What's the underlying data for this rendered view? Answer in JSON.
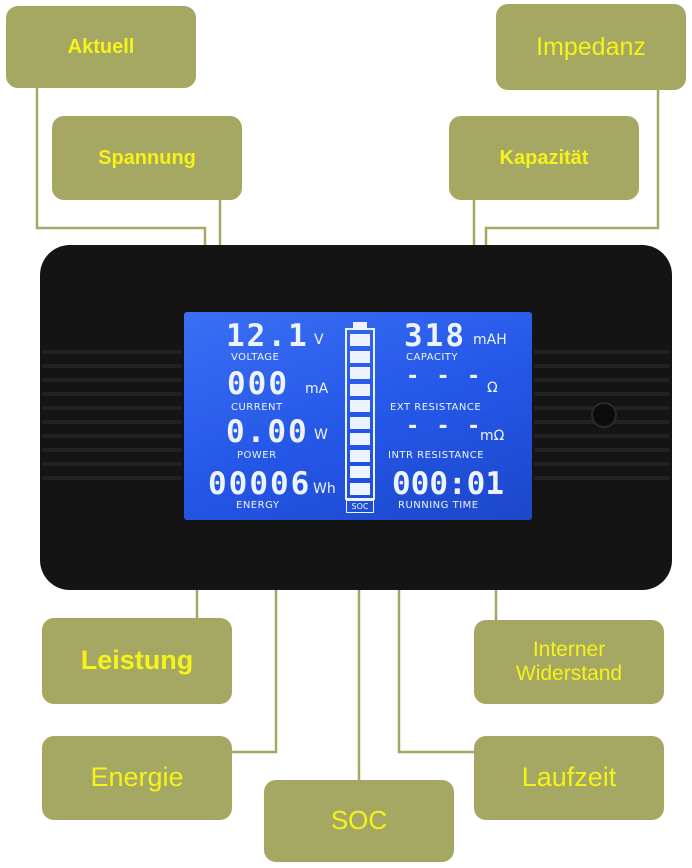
{
  "callouts": {
    "aktuell": "Aktuell",
    "spannung": "Spannung",
    "impedanz": "Impedanz",
    "kapazitaet": "Kapazität",
    "leistung": "Leistung",
    "energie": "Energie",
    "soc": "SOC",
    "interner_line1": "Interner",
    "interner_line2": "Widerstand",
    "laufzeit": "Laufzeit"
  },
  "lcd": {
    "voltage_value": "12.1",
    "voltage_unit": "V",
    "voltage_label": "VOLTAGE",
    "current_value": "000",
    "current_unit": "mA",
    "current_label": "CURRENT",
    "power_value": "0.00",
    "power_unit": "W",
    "power_label": "POWER",
    "energy_value": "00006",
    "energy_unit": "Wh",
    "energy_label": "ENERGY",
    "capacity_value": "318",
    "capacity_unit": "mAH",
    "capacity_label": "CAPACITY",
    "ext_value": "- - -",
    "ext_unit": "Ω",
    "ext_label": "EXT RESISTANCE",
    "intr_value": "- - -",
    "intr_unit": "mΩ",
    "intr_label": "INTR RESISTANCE",
    "time_value": "000:01",
    "time_label": "RUNNING TIME",
    "soc_label": "SOC"
  },
  "colors": {
    "callout_bg": "#a4a862",
    "callout_text": "#f6f21a",
    "screen": "#2456e6",
    "device": "#141414"
  },
  "battery_segments": 10
}
